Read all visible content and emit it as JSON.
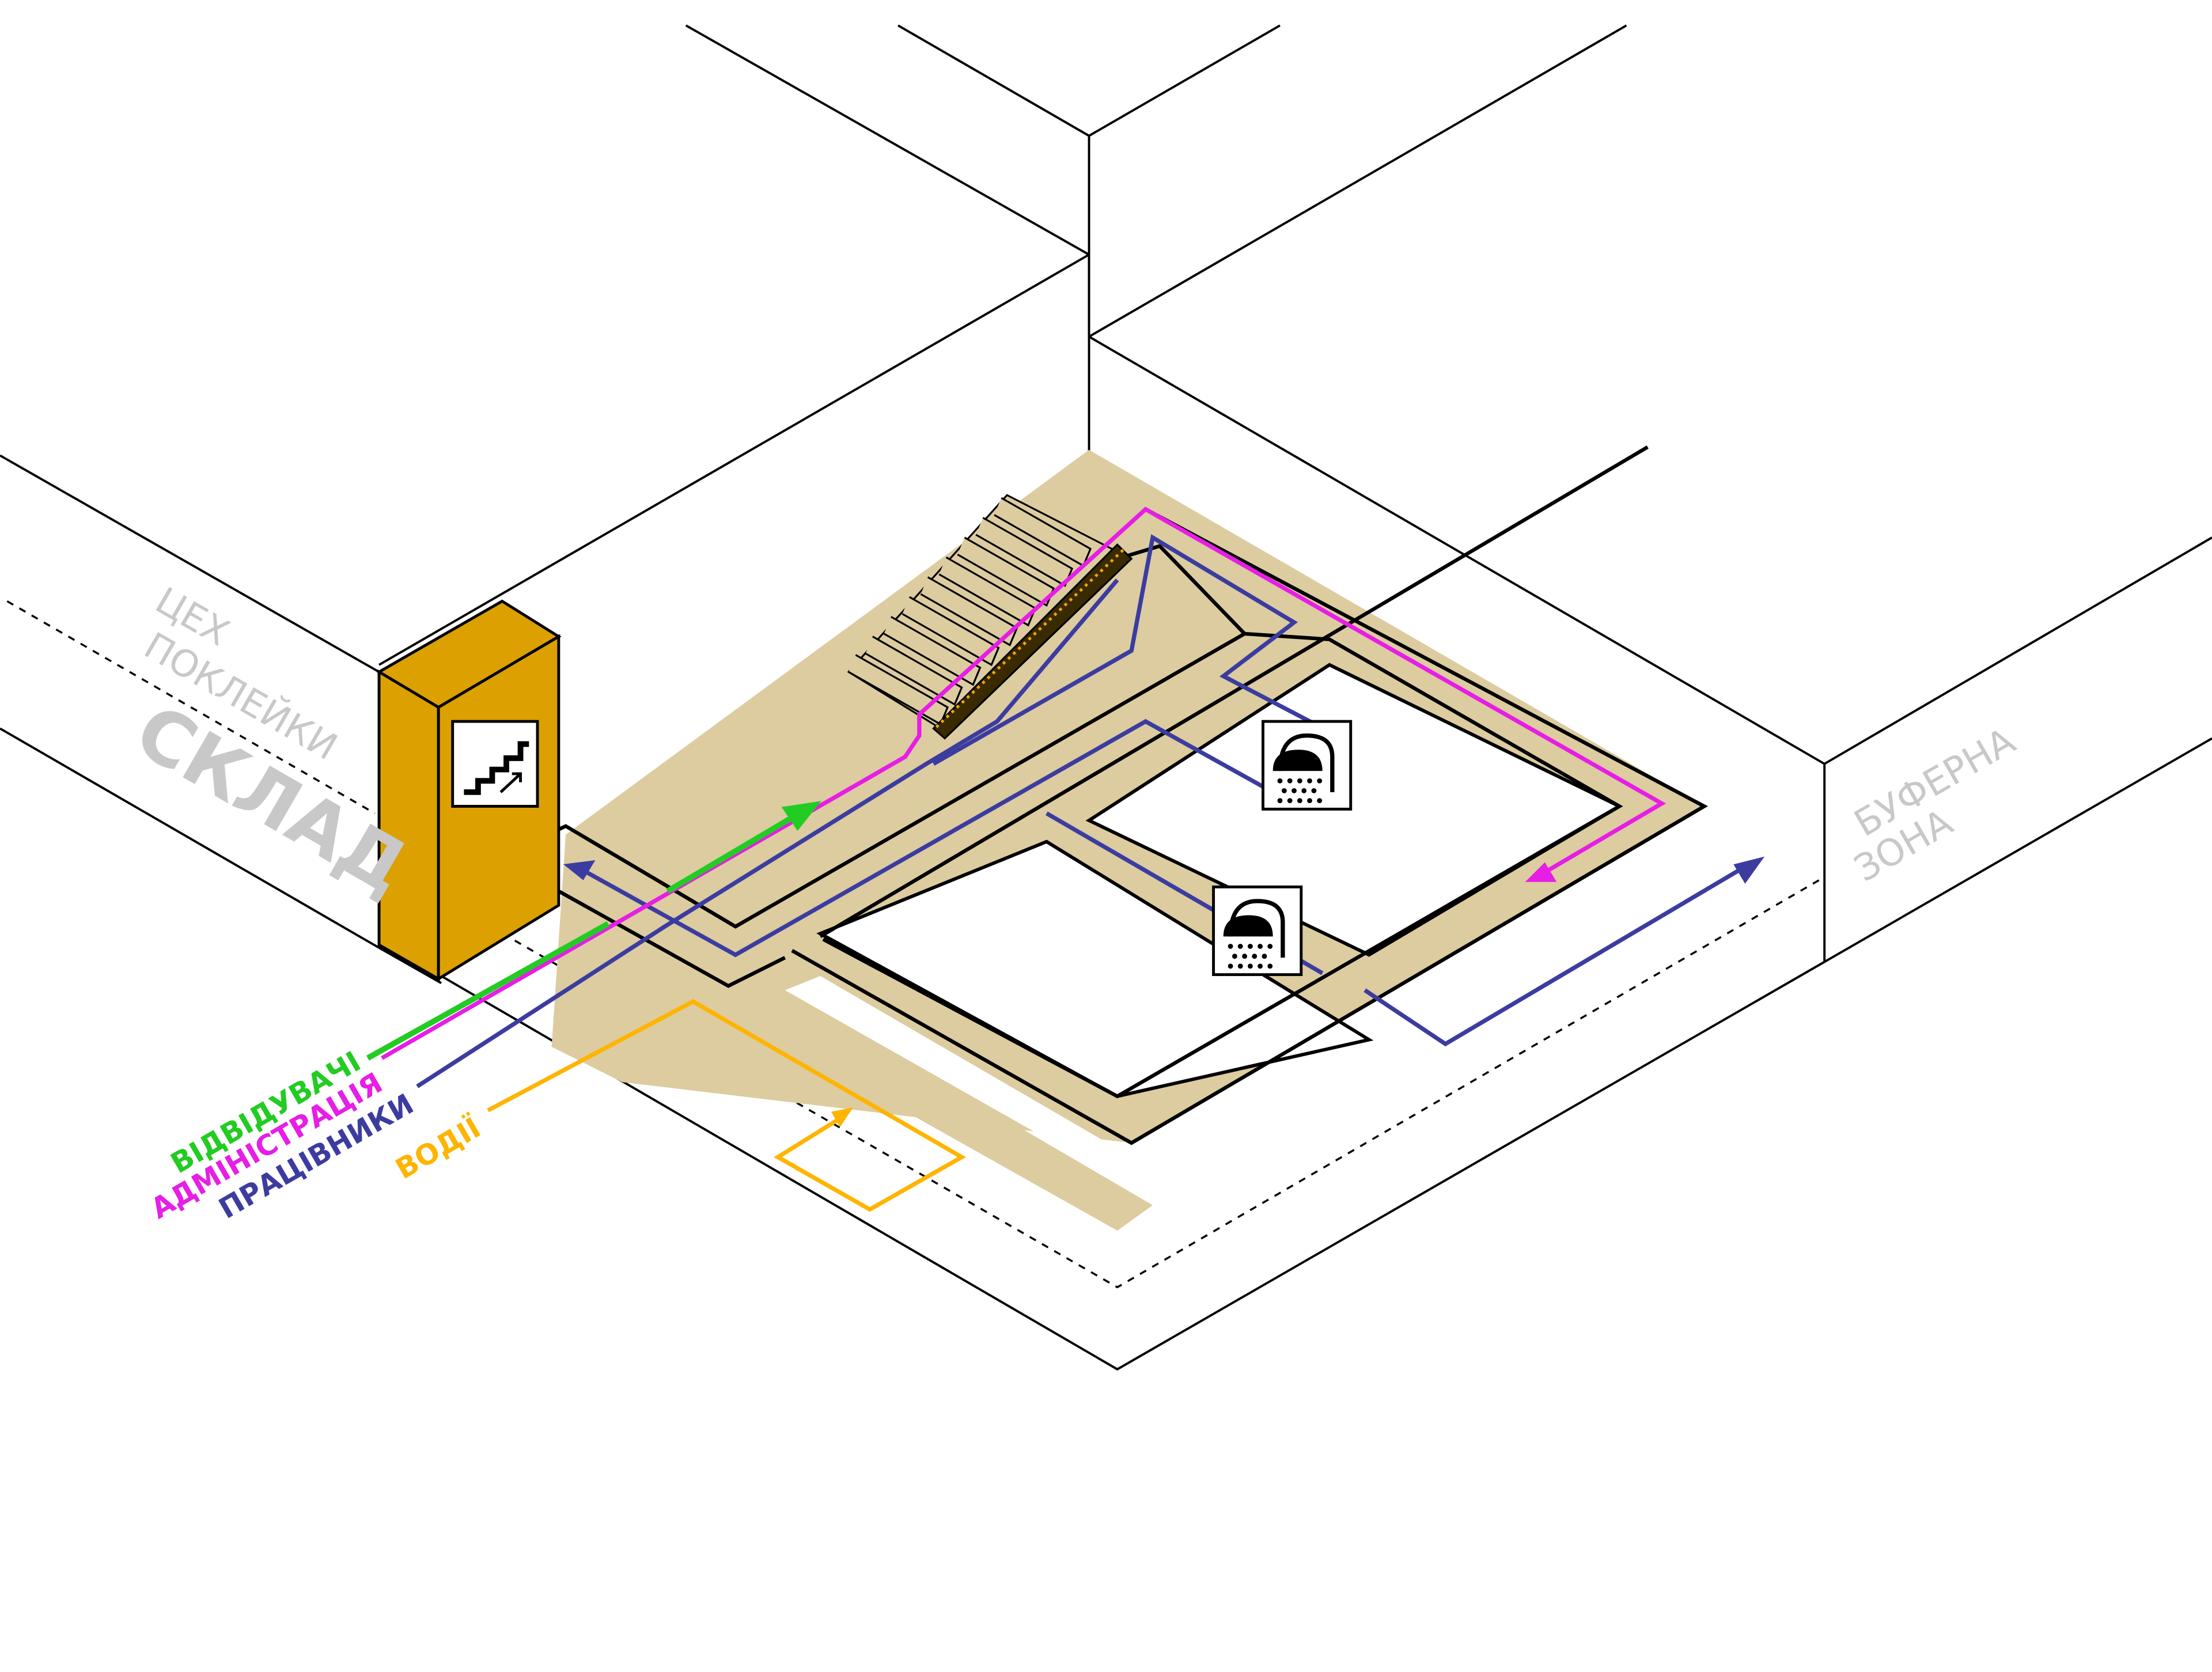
{
  "labels": {
    "workshop_line1": "ЦЕХ",
    "workshop_line2": "ПОКЛЕЙКИ",
    "warehouse": "СКЛАД",
    "buffer_line1": "БУФЕРНА",
    "buffer_line2": "ЗОНА"
  },
  "legend": [
    {
      "key": "visitors",
      "label": "ВІДВІДУВАЧІ",
      "color": "#22cc22"
    },
    {
      "key": "administration",
      "label": "АДМІНІСТРАЦІЯ",
      "color": "#e61ee6"
    },
    {
      "key": "workers",
      "label": "ПРАЦІВНИКИ",
      "color": "#3c3ca0"
    },
    {
      "key": "drivers",
      "label": "ВОДІЇ",
      "color": "#ffb400"
    }
  ],
  "icons": {
    "stairs": "stairs-up-icon",
    "shower_1": "shower-icon",
    "shower_2": "shower-icon"
  },
  "colors": {
    "floor": "#dccca0",
    "stair_block": "#dca000",
    "outline": "#000000",
    "zone_text": "#c8c8c8"
  }
}
